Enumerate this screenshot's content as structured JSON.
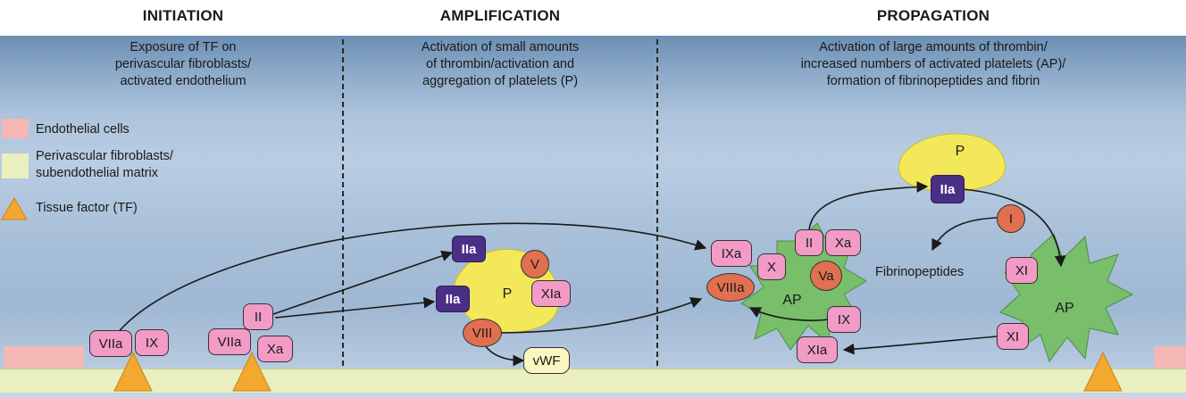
{
  "phases": [
    {
      "title": "INITIATION",
      "lines": [
        "Exposure of TF on",
        "perivascular fibroblasts/",
        "activated endothelium"
      ]
    },
    {
      "title": "AMPLIFICATION",
      "lines": [
        "Activation of small amounts",
        "of thrombin/activation and",
        "aggregation of platelets (P)"
      ]
    },
    {
      "title": "PROPAGATION",
      "lines": [
        "Activation of large amounts of thrombin/",
        "increased numbers of activated platelets (AP)/",
        "formation of fibrinopeptides and fibrin"
      ]
    }
  ],
  "legend": [
    {
      "label": "Endothelial cells",
      "color": "#f3b8b4"
    },
    {
      "label_lines": [
        "Perivascular fibroblasts/",
        "subendothelial matrix"
      ],
      "color": "#e9efbf"
    },
    {
      "label": "Tissue factor (TF)",
      "color": "#f3a830"
    }
  ],
  "factors": {
    "init_viia_1": "VIIa",
    "init_ix": "IX",
    "init_viia_2": "VIIa",
    "init_xa": "Xa",
    "init_ii": "II",
    "amp_iia_top": "IIa",
    "amp_iia_mid": "IIa",
    "amp_v": "V",
    "amp_xia": "XIa",
    "amp_viii": "VIII",
    "amp_vwf": "vWF",
    "prop_ixa": "IXa",
    "prop_x": "X",
    "prop_viiia": "VIIIa",
    "prop_ii": "II",
    "prop_xa": "Xa",
    "prop_va": "Va",
    "prop_ix": "IX",
    "prop_xia": "XIa",
    "prop_iia": "IIa",
    "prop_i": "I",
    "prop_xi_top": "XI",
    "prop_xi_bottom": "XI"
  },
  "shape_labels": {
    "platelet_amp": "P",
    "platelet_prop": "P",
    "ap_left": "AP",
    "ap_right": "AP"
  },
  "fibrinopeptides": "Fibrinopeptides",
  "colors": {
    "factor_pink": "#f19bc6",
    "factor_red": "#e0704f",
    "thrombin_purple": "#4b2f86",
    "platelet_yellow": "#f2e85a",
    "activated_platelet_green": "#78be6b",
    "tissue_factor": "#f3a830"
  }
}
